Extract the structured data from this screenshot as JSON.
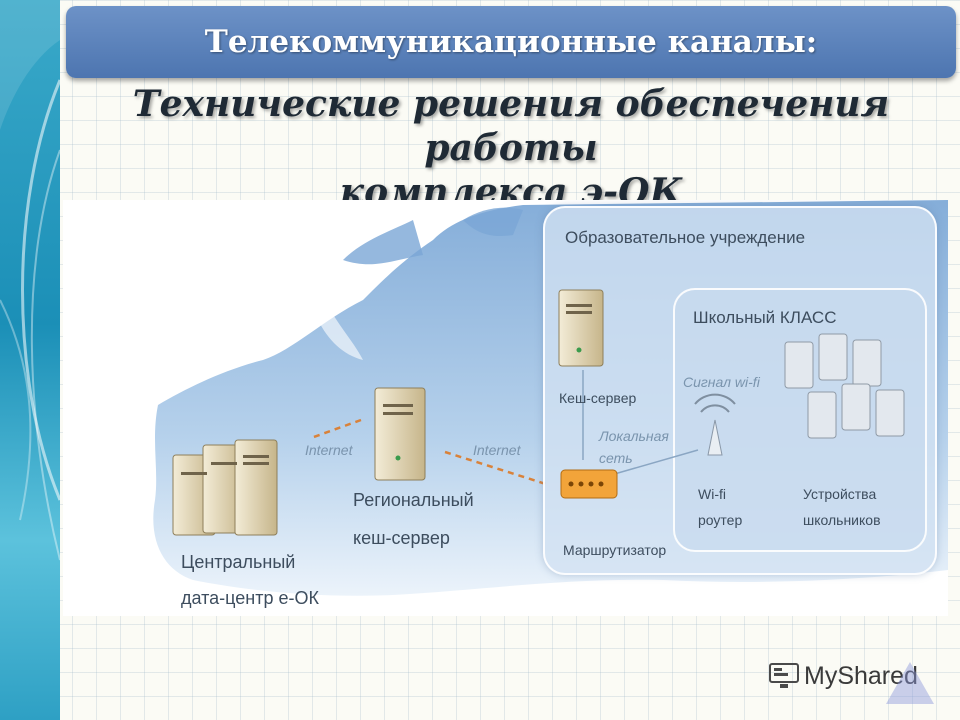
{
  "title": "Телекоммуникационные каналы:",
  "subtitle": {
    "line1": "Технические решения обеспечения работы",
    "line2": "комплекса э-ОК"
  },
  "diagram": {
    "org_label": "Образовательное учреждение",
    "class_label": "Школьный КЛАСС",
    "central_label_line1": "Центральный",
    "central_label_line2": "дата-центр е-ОК",
    "regional_label_line1": "Региональный",
    "regional_label_line2": "кеш-сервер",
    "internet_label_1": "Internet",
    "internet_label_2": "Internet",
    "cache_server_label": "Кеш-сервер",
    "local_net_line1": "Локальная",
    "local_net_line2": "сеть",
    "router_label": "Маршрутизатор",
    "wifi_signal_label": "Сигнал wi-fi",
    "wifi_router_line1": "Wi-fi",
    "wifi_router_line2": "роутер",
    "devices_line1": "Устройства",
    "devices_line2": "школьников",
    "colors": {
      "link": "#d9823a",
      "panel": "#d2e1f2",
      "map": "#9fc3e6"
    }
  },
  "watermark": {
    "text": "MyShared",
    "icon": "monitor-icon"
  }
}
